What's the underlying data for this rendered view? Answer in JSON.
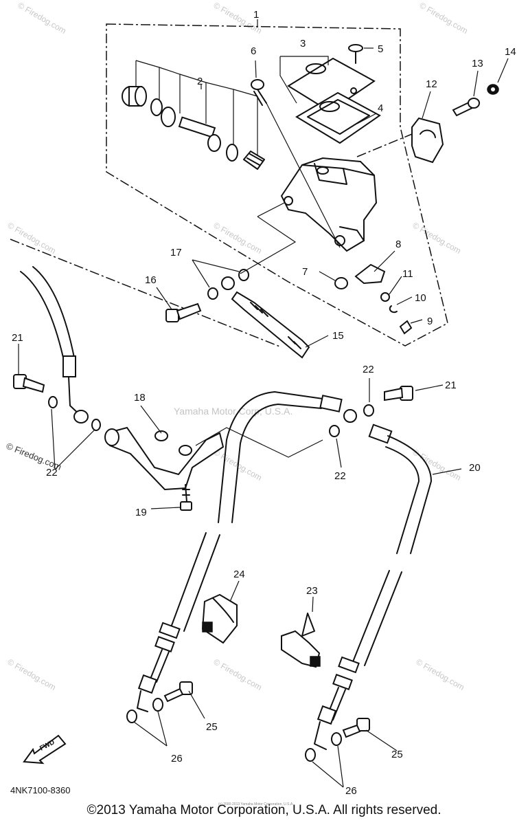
{
  "callouts": [
    "1",
    "2",
    "3",
    "4",
    "5",
    "6",
    "7",
    "8",
    "9",
    "10",
    "11",
    "12",
    "13",
    "14",
    "15",
    "16",
    "17",
    "18",
    "19",
    "20",
    "21",
    "21",
    "22",
    "22",
    "22",
    "23",
    "24",
    "25",
    "25",
    "26",
    "26"
  ],
  "watermark": {
    "site": "© Firedog.com",
    "center": "Yamaha Motor Corp, U.S.A."
  },
  "diagram_code": "4NK7100-8360",
  "fwd_label": "FWD",
  "footer_small": "(c) 2000-2013 Yamaha Motor Corporation, U.S.A.",
  "footer": "©2013 Yamaha Motor Corporation, U.S.A. All rights reserved."
}
